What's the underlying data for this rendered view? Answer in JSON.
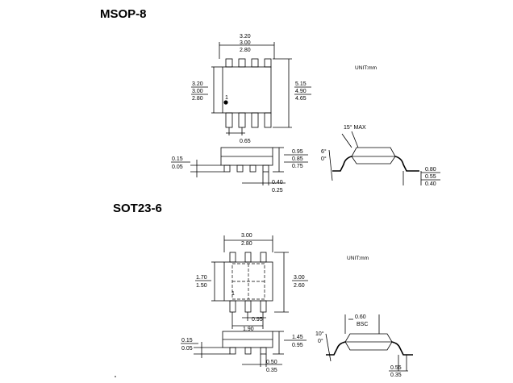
{
  "msop8": {
    "title": "MSOP-8",
    "unit": "UNIT:mm",
    "pin1": "1",
    "top_width": [
      "3.20",
      "3.00",
      "2.80"
    ],
    "body_width": [
      "3.20",
      "3.00",
      "2.80"
    ],
    "total_height": [
      "5.15",
      "4.90",
      "4.65"
    ],
    "pitch": "0.65",
    "standoff": [
      "0.15",
      "0.05"
    ],
    "thickness": [
      "0.95",
      "0.85",
      "0.75"
    ],
    "lead_width": [
      "0.40",
      "0.25"
    ],
    "lead_angle": [
      "6°",
      "0°"
    ],
    "mold_angle": "15° MAX",
    "foot_length": [
      "0.80",
      "0.55",
      "0.40"
    ]
  },
  "sot236": {
    "title": "SOT23-6",
    "unit": "UNIT:mm",
    "pin1": "1",
    "top_width": [
      "3.00",
      "2.80"
    ],
    "body_width": [
      "1.70",
      "1.50"
    ],
    "total_width": [
      "3.00",
      "2.60"
    ],
    "pitch": "0.95",
    "span": "1.90",
    "standoff": [
      "0.15",
      "0.05"
    ],
    "thickness": [
      "1.45",
      "0.95"
    ],
    "lead_width": [
      "0.50",
      "0.35"
    ],
    "lead_angle": [
      "10°",
      "0°"
    ],
    "lead_pitch": [
      "0.60",
      "BSC"
    ],
    "foot_length": [
      "0.55",
      "0.35"
    ]
  }
}
